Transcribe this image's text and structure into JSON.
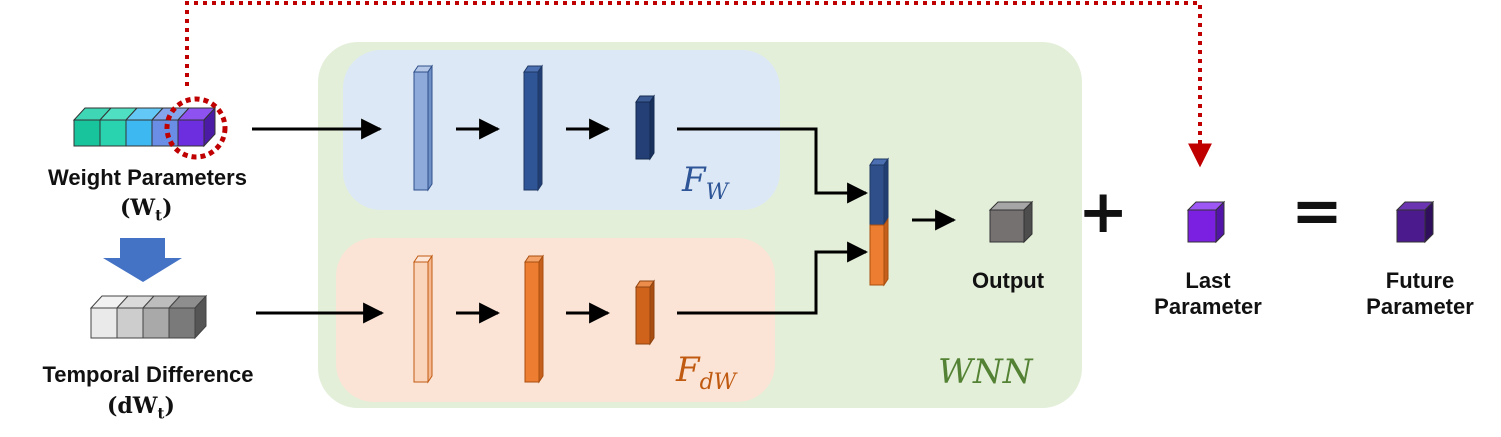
{
  "colors": {
    "wnn_bg": "#e3efd9",
    "fw_bg": "#dce8f5",
    "fdw_bg": "#fbe4d6",
    "feedback_arrow": "#c00000",
    "blue_dark": "#2f4f8a",
    "blue_light": "#8eaadb",
    "orange": "#ed7d31",
    "orange_light": "#f8cbad",
    "fw_label": "#2e5597",
    "fdw_label": "#c05a11",
    "wnn_label": "#548235",
    "output_cube": "#707070",
    "last_param_cube": "#7b1fe0",
    "future_param_cube": "#4b1a8c",
    "down_arrow": "#4472c4"
  },
  "inputs": {
    "weight": {
      "title": "Weight Parameters",
      "symbol": "W",
      "sub": "t"
    },
    "temporal": {
      "title": "Temporal Difference",
      "symbol": "dW",
      "sub": "t"
    }
  },
  "regions": {
    "fw": {
      "symbol": "F",
      "sub": "W"
    },
    "fdw": {
      "symbol": "F",
      "sub": "dW"
    },
    "wnn": {
      "label": "WNN"
    }
  },
  "outputs": {
    "output": "Output",
    "last_line1": "Last",
    "last_line2": "Parameter",
    "future_line1": "Future",
    "future_line2": "Parameter"
  },
  "operators": {
    "plus": "+",
    "equals": "="
  }
}
